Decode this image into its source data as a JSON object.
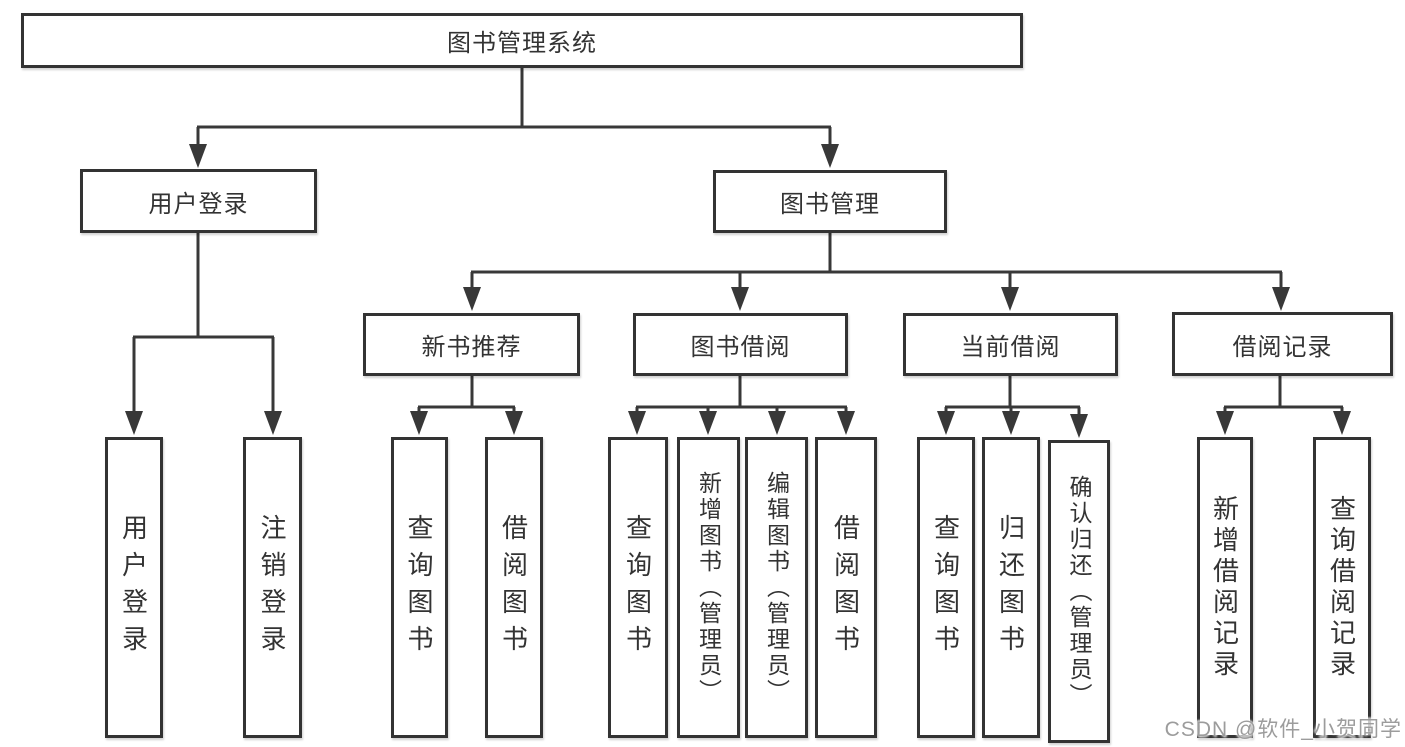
{
  "tree": {
    "label": "图书管理系统",
    "children": [
      {
        "label": "用户登录",
        "children": [
          {
            "label": "用户登录"
          },
          {
            "label": "注销登录"
          }
        ]
      },
      {
        "label": "图书管理",
        "children": [
          {
            "label": "新书推荐",
            "children": [
              {
                "label": "查询图书"
              },
              {
                "label": "借阅图书"
              }
            ]
          },
          {
            "label": "图书借阅",
            "children": [
              {
                "label": "查询图书"
              },
              {
                "label": "新增图书（管理员）"
              },
              {
                "label": "编辑图书（管理员）"
              },
              {
                "label": "借阅图书"
              }
            ]
          },
          {
            "label": "当前借阅",
            "children": [
              {
                "label": "查询图书"
              },
              {
                "label": "归还图书"
              },
              {
                "label": "确认归还（管理员）"
              }
            ]
          },
          {
            "label": "借阅记录",
            "children": [
              {
                "label": "新增借阅记录"
              },
              {
                "label": "查询借阅记录"
              }
            ]
          }
        ]
      }
    ]
  },
  "watermark": {
    "text": "CSDN @软件_小贺同学"
  },
  "colors": {
    "line": "#383838",
    "box_border": "#333333",
    "text": "#333333",
    "background": "#ffffff",
    "watermark": "#9c9c9c"
  }
}
